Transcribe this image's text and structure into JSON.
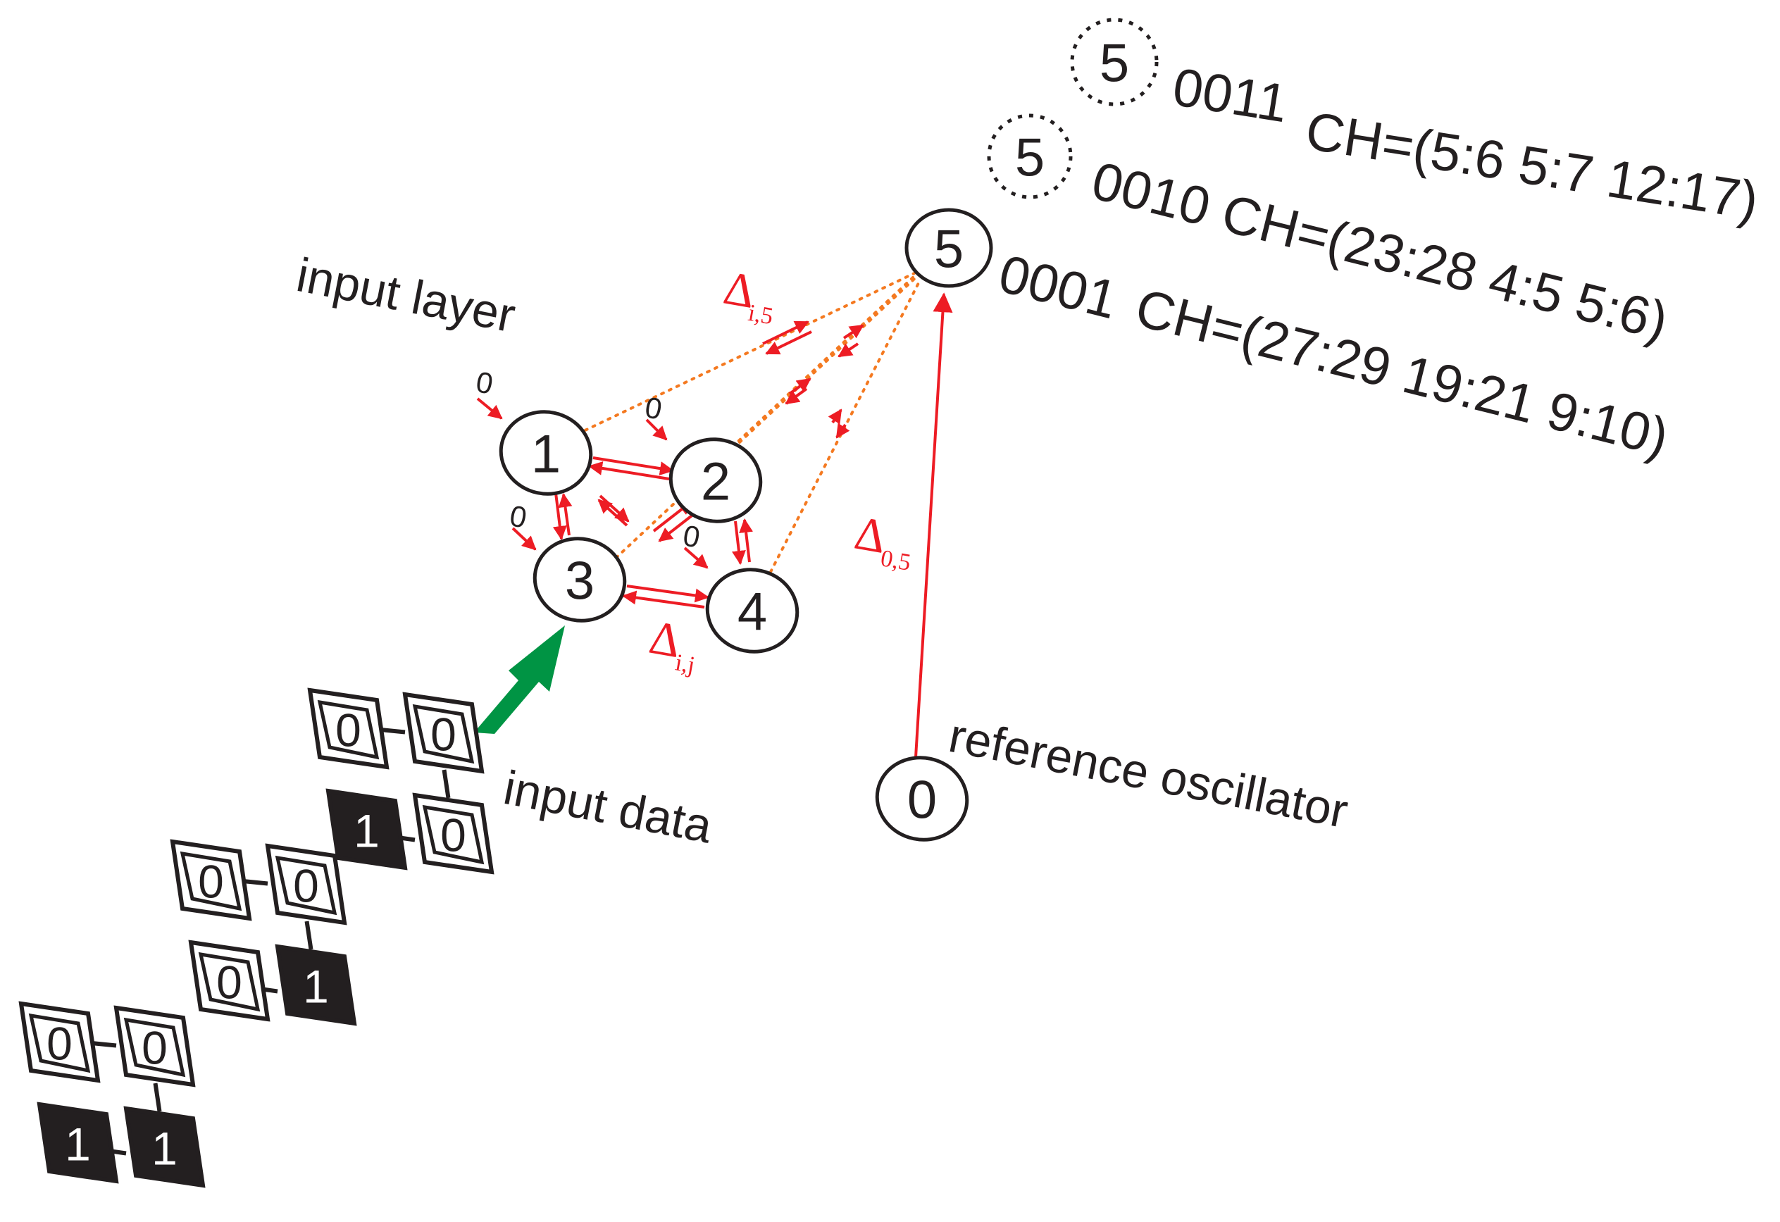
{
  "labels": {
    "input_layer": "input layer",
    "input_data": "input data",
    "reference_oscillator": "reference oscillator"
  },
  "nodes": [
    {
      "id": "1",
      "label": "1"
    },
    {
      "id": "2",
      "label": "2"
    },
    {
      "id": "3",
      "label": "3"
    },
    {
      "id": "4",
      "label": "4"
    },
    {
      "id": "5",
      "label": "5"
    },
    {
      "id": "0",
      "label": "0"
    }
  ],
  "initial_phase_label": "0",
  "output_states": [
    {
      "node": "5",
      "code": "0011",
      "ch": "CH=(5:6 5:7 12:17)",
      "style": "dashed"
    },
    {
      "node": "5",
      "code": "0010",
      "ch": "CH=(23:28 4:5 5:6)",
      "style": "dashed"
    },
    {
      "node": "5",
      "code": "0001",
      "ch": "CH=(27:29 19:21 9:10)",
      "style": "solid"
    }
  ],
  "delta_labels": {
    "d_i5_main": "Δ",
    "d_i5_sub": "i,5",
    "d_ij_main": "Δ",
    "d_ij_sub": "i,j",
    "d_05_main": "Δ",
    "d_05_sub": "0,5"
  },
  "input_patterns": [
    {
      "bits": [
        "0",
        "0",
        "1",
        "0"
      ]
    },
    {
      "bits": [
        "0",
        "0",
        "0",
        "1"
      ]
    },
    {
      "bits": [
        "0",
        "0",
        "1",
        "1"
      ]
    }
  ],
  "colors": {
    "ink": "#231f20",
    "red": "#ed1c24",
    "orange": "#f47920",
    "green": "#009444"
  }
}
